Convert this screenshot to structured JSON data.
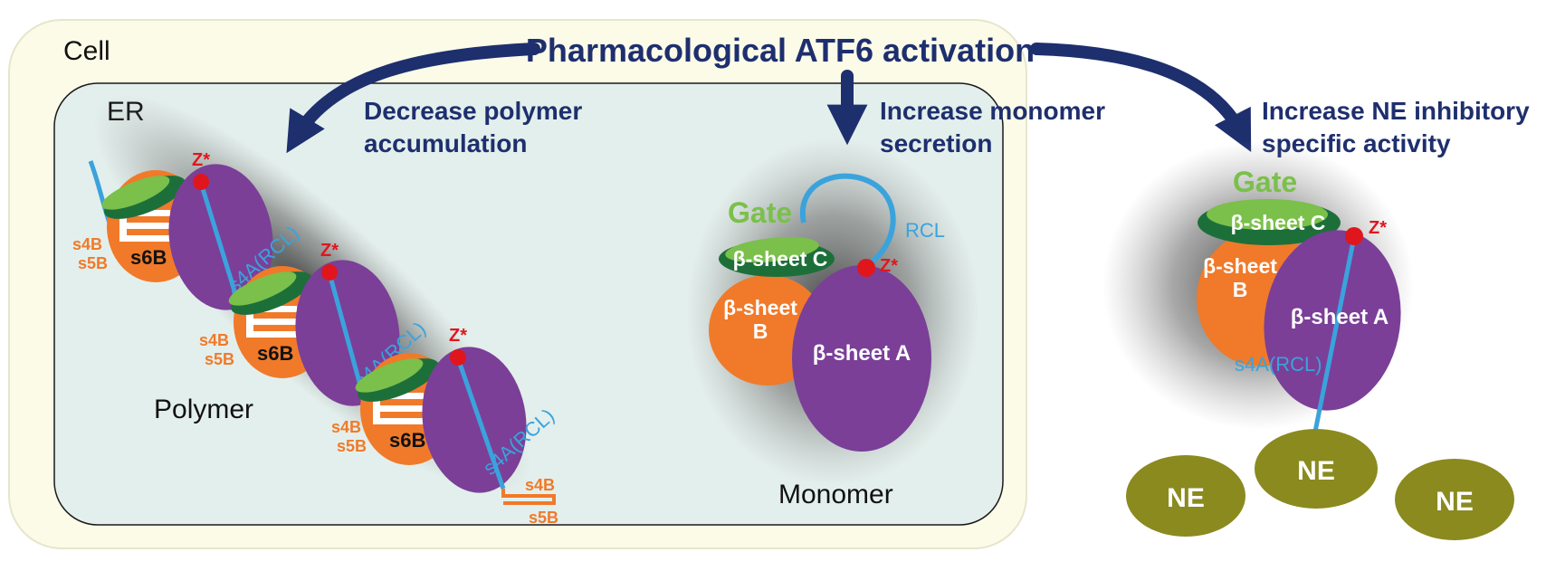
{
  "context": {
    "cell": "Cell",
    "er": "ER"
  },
  "header": {
    "title": "Pharmacological ATF6 activation"
  },
  "effects": {
    "left": [
      "Decrease polymer",
      "accumulation"
    ],
    "middle": [
      "Increase monomer",
      "secretion"
    ],
    "right": [
      "Increase NE inhibitory",
      "specific activity"
    ]
  },
  "polymer": {
    "label": "Polymer",
    "z": "Z*",
    "s6b": "s6B",
    "s4b": "s4B",
    "s5b": "s5B",
    "s4a": "s4A(RCL)"
  },
  "monomer": {
    "label": "Monomer",
    "gate": "Gate",
    "rcl": "RCL",
    "z": "Z*",
    "sheet_c": "β-sheet C",
    "sheet_b_line1": "β-sheet",
    "sheet_b_line2": "B",
    "sheet_a": "β-sheet A"
  },
  "complex": {
    "gate": "Gate",
    "z": "Z*",
    "sheet_c": "β-sheet C",
    "sheet_b_line1": "β-sheet",
    "sheet_b_line2": "B",
    "sheet_a": "β-sheet A",
    "s4a": "s4A(RCL)",
    "ne_bound": "NE",
    "ne_free_1": "NE",
    "ne_free_2": "NE"
  },
  "colors": {
    "cell_fill": "#fbfbe8",
    "er_fill": "#e3efec",
    "arrow": "#1e2f6e",
    "sheet_a": "#7b3f98",
    "sheet_b": "#f07a2a",
    "sheet_c": "#1d6f3a",
    "gate": "#7ac04a",
    "rcl": "#3aa3dc",
    "z_site": "#e0161d",
    "ne": "#8a8a1f"
  }
}
